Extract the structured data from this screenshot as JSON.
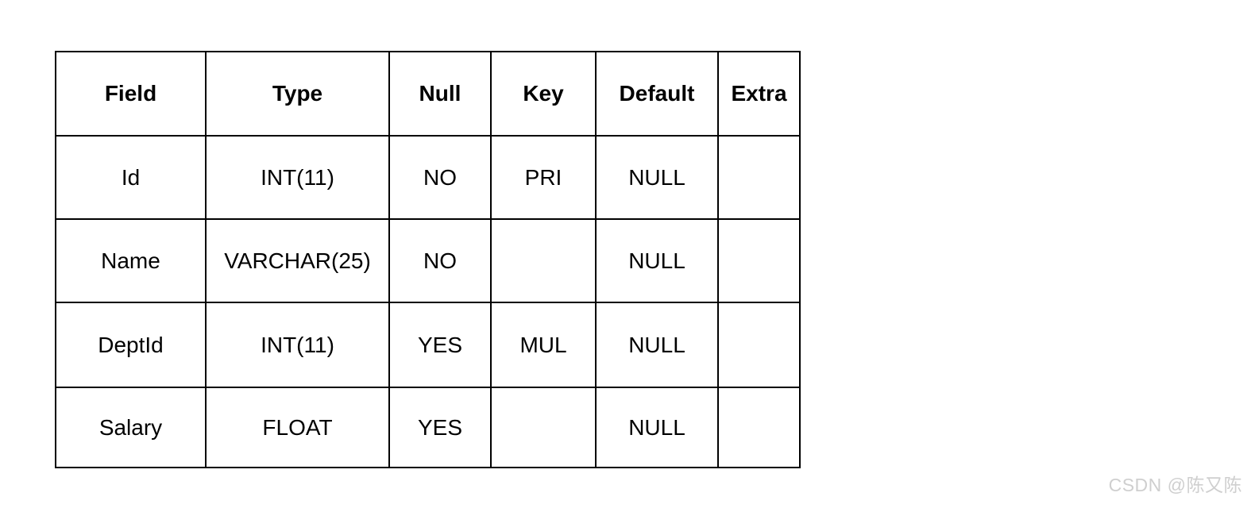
{
  "table": {
    "headers": [
      "Field",
      "Type",
      "Null",
      "Key",
      "Default",
      "Extra"
    ],
    "rows": [
      [
        "Id",
        "INT(11)",
        "NO",
        "PRI",
        "NULL",
        ""
      ],
      [
        "Name",
        "VARCHAR(25)",
        "NO",
        "",
        "NULL",
        ""
      ],
      [
        "DeptId",
        "INT(11)",
        "YES",
        "MUL",
        "NULL",
        ""
      ],
      [
        "Salary",
        "FLOAT",
        "YES",
        "",
        "NULL",
        ""
      ]
    ]
  },
  "watermark": {
    "text": "CSDN @陈又陈"
  },
  "colors": {
    "border": "#000000",
    "text": "#000000",
    "watermark": "#cfcfcf",
    "background": "#ffffff"
  }
}
